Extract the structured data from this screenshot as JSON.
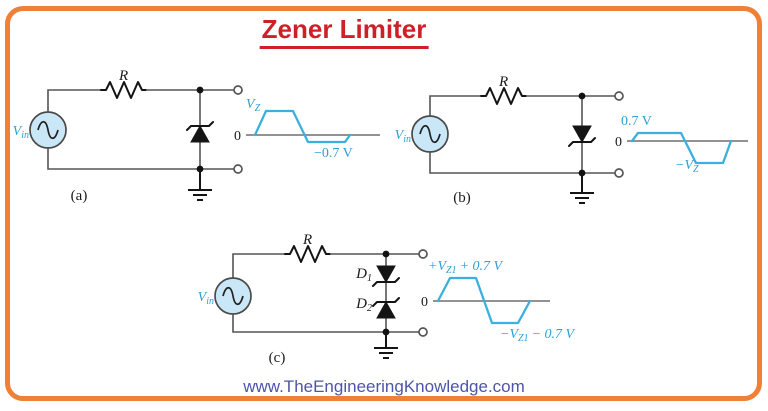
{
  "title": "Zener Limiter",
  "footer": "www.TheEngineeringKnowledge.com",
  "colors": {
    "frame_orange": "#F08038",
    "title_red": "#CE2127",
    "trace_blue": "#3BB0DE",
    "label_blue": "#2E9FD4",
    "source_fill": "#C9E7F7",
    "footer_blue": "#4C55A8"
  },
  "circuit_a": {
    "caption": "(a)",
    "resistor": "R",
    "source": {
      "main": "V",
      "sub": "in"
    },
    "wave": {
      "top_main": "V",
      "top_sub": "Z",
      "zero": "0",
      "bottom": "−0.7 V"
    }
  },
  "circuit_b": {
    "caption": "(b)",
    "resistor": "R",
    "source": {
      "main": "V",
      "sub": "in"
    },
    "wave": {
      "top": "0.7 V",
      "zero": "0",
      "bottom_main": "−V",
      "bottom_sub": "Z"
    }
  },
  "circuit_c": {
    "caption": "(c)",
    "resistor": "R",
    "source": {
      "main": "V",
      "sub": "in"
    },
    "d1": {
      "main": "D",
      "sub": "1"
    },
    "d2": {
      "main": "D",
      "sub": "2"
    },
    "wave": {
      "top_pre": "+V",
      "top_sub": "Z1",
      "top_post": "+ 0.7 V",
      "zero": "0",
      "bottom_pre": "−V",
      "bottom_sub": "Z1",
      "bottom_post": "− 0.7 V"
    }
  }
}
